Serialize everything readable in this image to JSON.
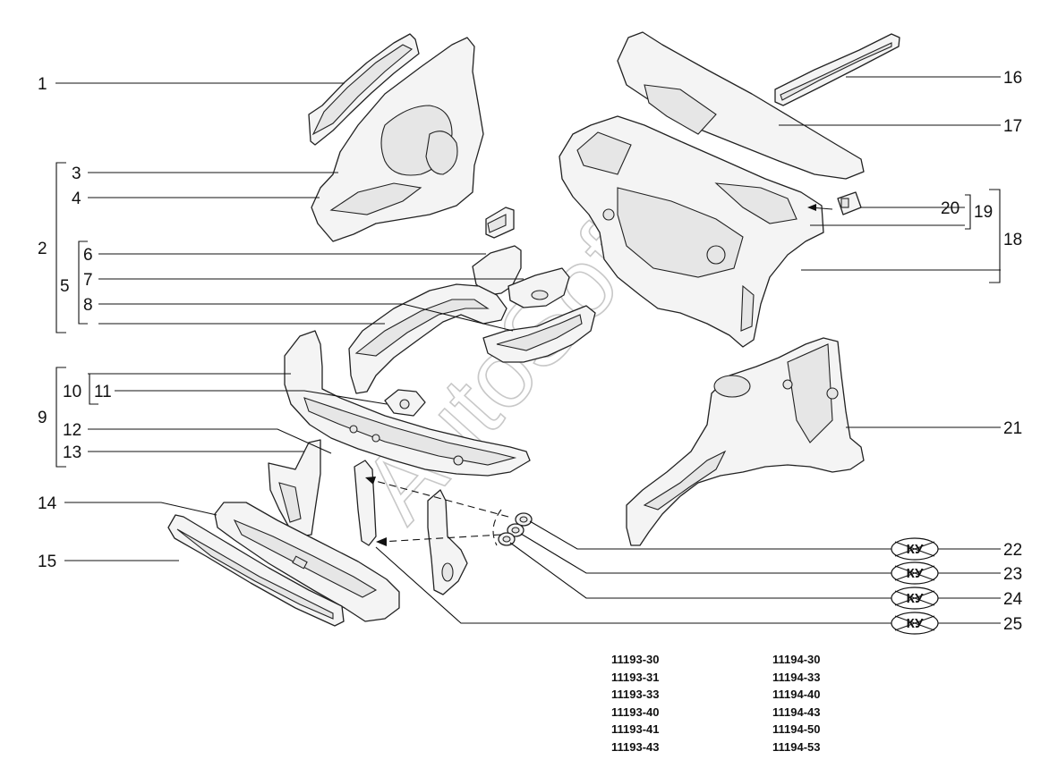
{
  "callouts": [
    "1",
    "2",
    "3",
    "4",
    "5",
    "6",
    "7",
    "8",
    "9",
    "10",
    "11",
    "12",
    "13",
    "14",
    "15",
    "16",
    "17",
    "18",
    "19",
    "20",
    "21",
    "22",
    "23",
    "24",
    "25"
  ],
  "ku_badge": "КУ",
  "watermark": "AutoSoft",
  "model_codes": {
    "col1": [
      "11193-30",
      "11193-31",
      "11193-33",
      "11193-40",
      "11193-41",
      "11193-43"
    ],
    "col2": [
      "11194-30",
      "11194-33",
      "11194-40",
      "11194-43",
      "11194-50",
      "11194-53"
    ]
  }
}
